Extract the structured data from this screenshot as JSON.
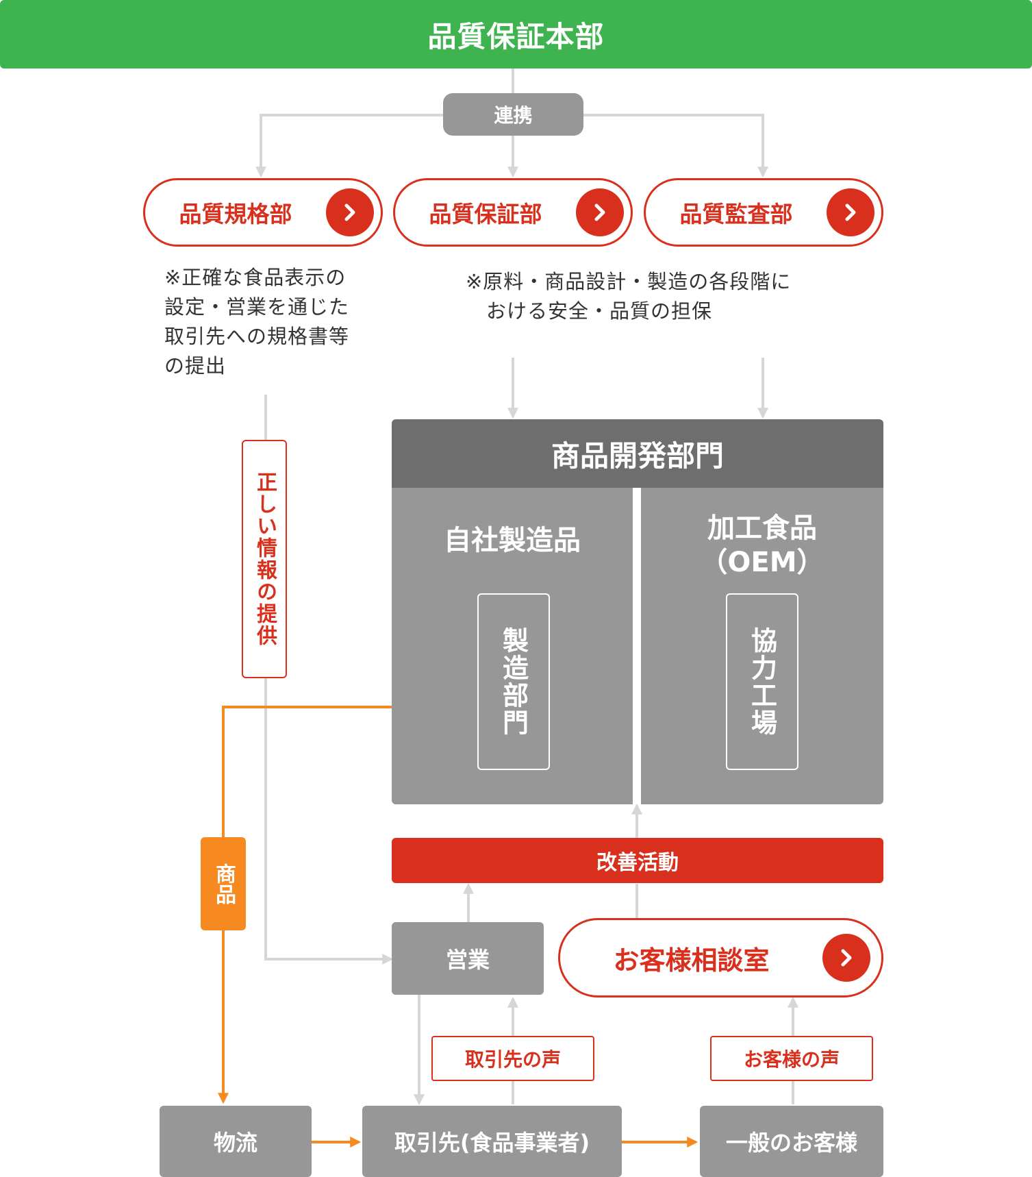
{
  "header": {
    "title": "品質保証本部"
  },
  "link_badge": "連携",
  "departments": [
    {
      "label": "品質規格部"
    },
    {
      "label": "品質保証部"
    },
    {
      "label": "品質監査部"
    }
  ],
  "notes": {
    "standards": [
      "※正確な食品表示の",
      "設定・営業を通じた",
      "取引先への規格書等",
      "の提出"
    ],
    "assurance": [
      "※原料・商品設計・製造の各段階に",
      "　おける安全・品質の担保"
    ]
  },
  "provide_info_label": "正しい情報の提供",
  "product_label": "商品",
  "dev": {
    "title": "商品開発部門",
    "own": {
      "title": "自社製造品",
      "sub": "製造部門"
    },
    "oem": {
      "title_line1": "加工食品",
      "title_line2": "（OEM）",
      "sub": "協力工場"
    }
  },
  "improvement": "改善活動",
  "sales": "営業",
  "customer_room": "お客様相談室",
  "voice_partner": "取引先の声",
  "voice_customer": "お客様の声",
  "bottom": {
    "logistics": "物流",
    "partner": "取引先(食品事業者)",
    "customer": "一般のお客様"
  },
  "colors": {
    "green": "#3fb34f",
    "red": "#d8301c",
    "orange": "#f6891f",
    "gray": "#979797",
    "dark": "#6e6e6e"
  }
}
